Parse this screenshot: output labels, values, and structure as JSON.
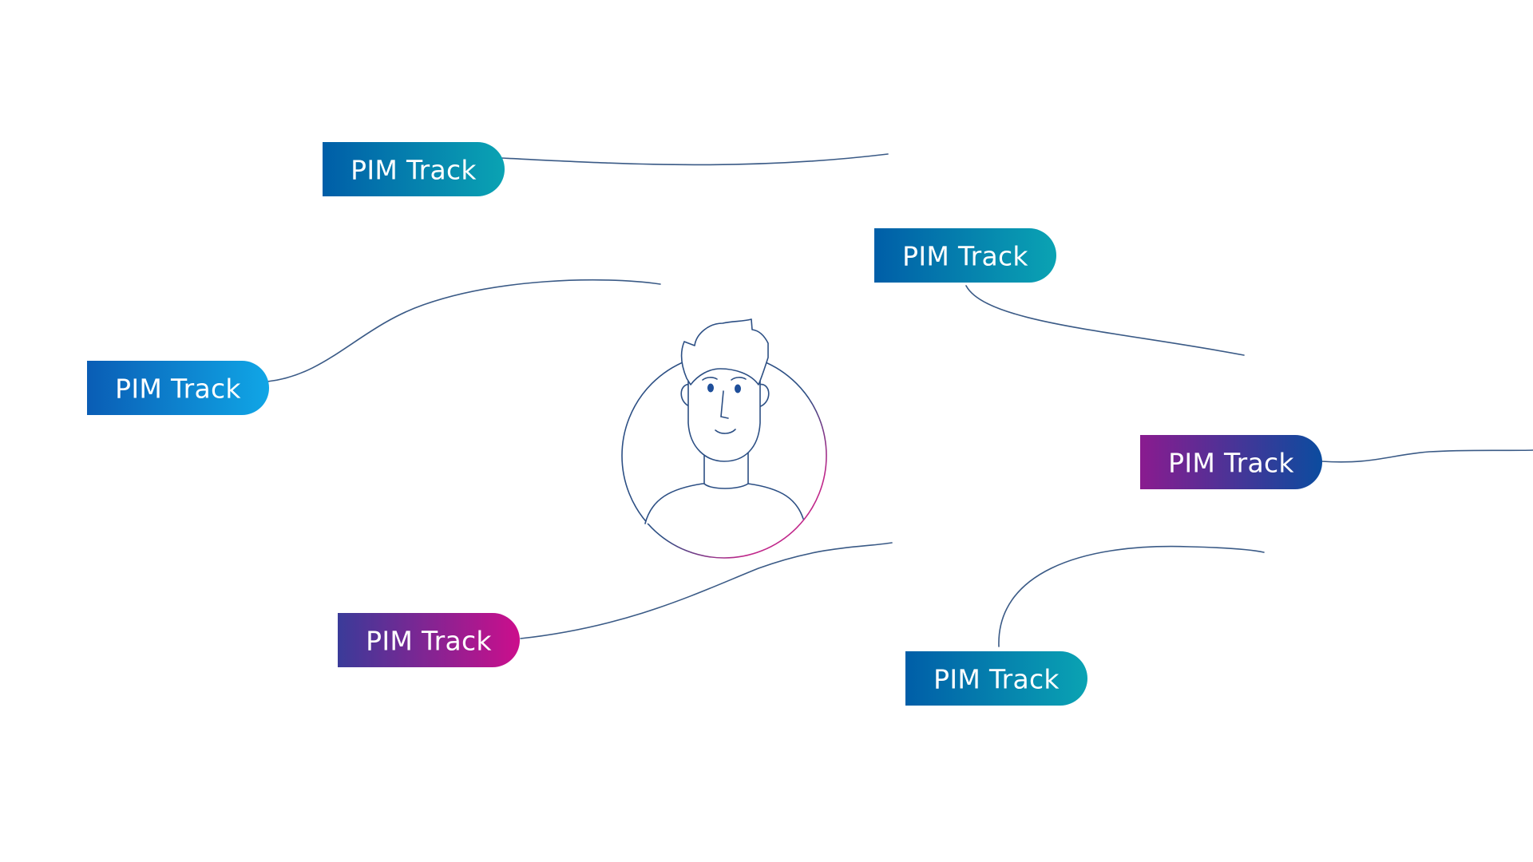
{
  "colors": {
    "line": "#3a5a86",
    "portrait_stroke": "#2c4f84",
    "portrait_eye": "#1f4f9a",
    "ring_accent": "#c0278a",
    "blue_teal_start": "#005ea8",
    "blue_teal_end": "#0aa3b3",
    "blue_sky_start": "#0a5db5",
    "blue_sky_end": "#10a6e6",
    "indigo_magenta_start": "#3a3b99",
    "indigo_magenta_end": "#cc0e8c",
    "magenta_blue_start": "#8a1b8f",
    "magenta_blue_end": "#0b4c9f"
  },
  "center": {
    "icon": "person-avatar-icon"
  },
  "nodes": [
    {
      "id": "top",
      "label": "PIM Track",
      "gradient": "blue-teal"
    },
    {
      "id": "upper-right",
      "label": "PIM Track",
      "gradient": "blue-teal"
    },
    {
      "id": "left",
      "label": "PIM Track",
      "gradient": "blue-sky"
    },
    {
      "id": "right",
      "label": "PIM Track",
      "gradient": "magenta-blue"
    },
    {
      "id": "bottom-left",
      "label": "PIM Track",
      "gradient": "indigo-magenta"
    },
    {
      "id": "bottom-right",
      "label": "PIM Track",
      "gradient": "blue-teal"
    }
  ]
}
